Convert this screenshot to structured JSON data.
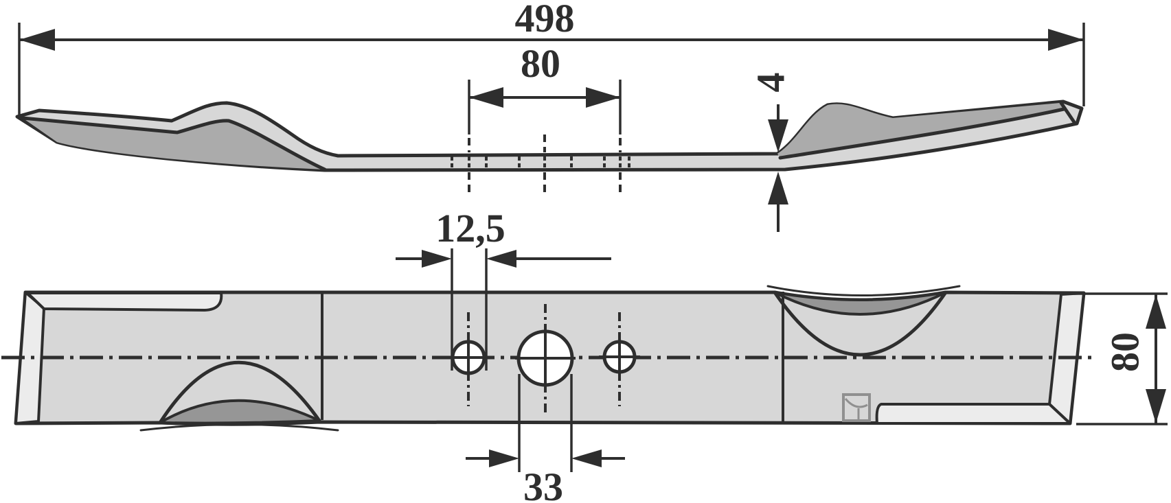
{
  "drawing": {
    "kind": "mower-blade-technical-drawing",
    "views": [
      "side-profile-view",
      "plan-view"
    ]
  },
  "dimensions": {
    "overall_length": "498",
    "hole_pitch": "80",
    "thickness": "4",
    "small_hole_diameter": "12,5",
    "center_hole_diameter": "33",
    "blade_width": "80"
  },
  "icons": {
    "manufacturer_logo": "flag-square-mark"
  },
  "colors": {
    "background": "#ffffff",
    "line": "#2e2e2e",
    "body_gray": "#d7d7d7",
    "bevel_light": "#ececec",
    "side_dark": "#ababab",
    "crescent_dark": "#969696",
    "logo_gray": "#909090"
  }
}
